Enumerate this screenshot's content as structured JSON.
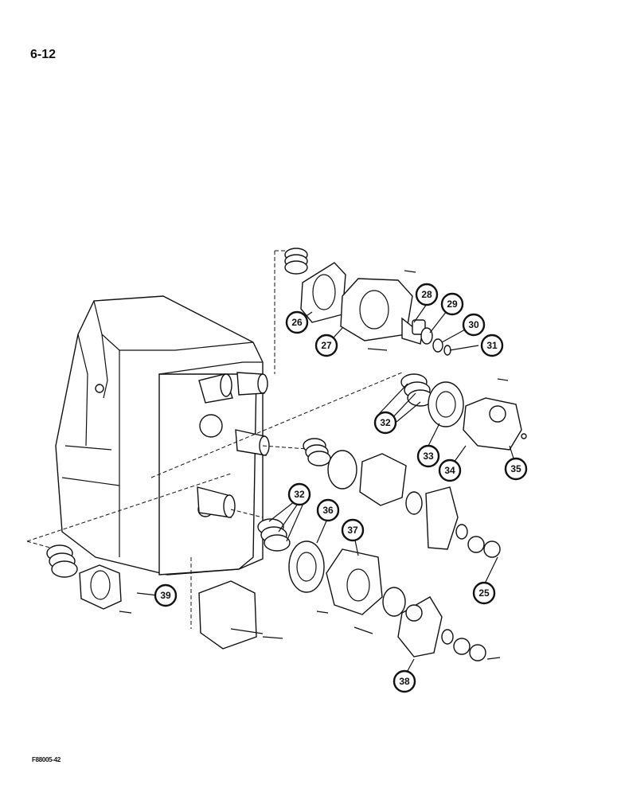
{
  "page": {
    "number": "6-12",
    "figure_code": "F88005-42"
  },
  "diagram": {
    "callouts": [
      {
        "id": "26",
        "label": "26"
      },
      {
        "id": "27",
        "label": "27"
      },
      {
        "id": "28",
        "label": "28"
      },
      {
        "id": "29",
        "label": "29"
      },
      {
        "id": "30",
        "label": "30"
      },
      {
        "id": "31",
        "label": "31"
      },
      {
        "id": "32a",
        "label": "32"
      },
      {
        "id": "33",
        "label": "33"
      },
      {
        "id": "34",
        "label": "34"
      },
      {
        "id": "35",
        "label": "35"
      },
      {
        "id": "32b",
        "label": "32"
      },
      {
        "id": "36",
        "label": "36"
      },
      {
        "id": "37",
        "label": "37"
      },
      {
        "id": "25",
        "label": "25"
      },
      {
        "id": "39",
        "label": "39"
      },
      {
        "id": "38",
        "label": "38"
      }
    ]
  }
}
